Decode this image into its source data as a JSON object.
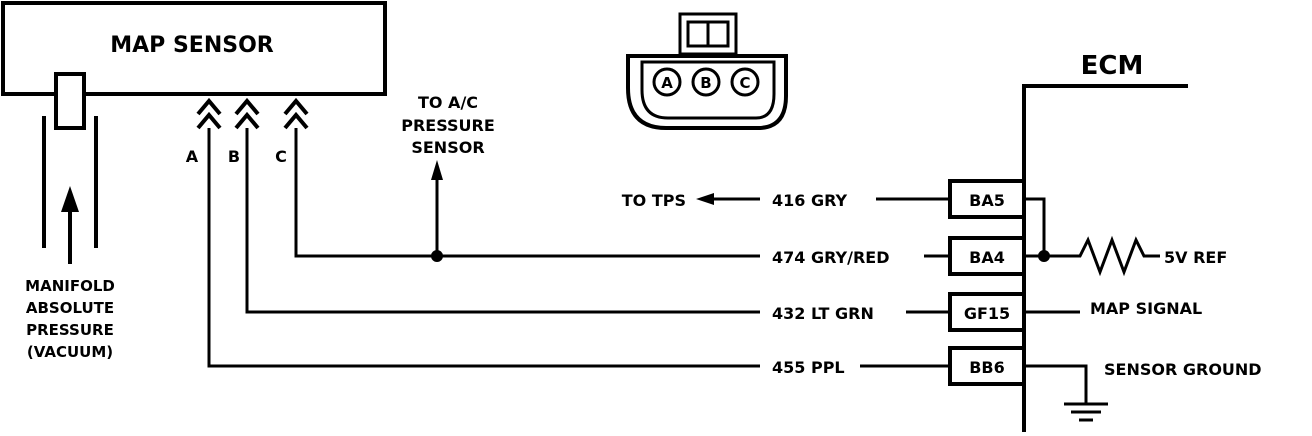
{
  "sensor": {
    "title": "MAP SENSOR",
    "pins": [
      "A",
      "B",
      "C"
    ]
  },
  "vacuum_label": [
    "MANIFOLD",
    "ABSOLUTE",
    "PRESSURE",
    "(VACUUM)"
  ],
  "ac_label": [
    "TO A/C",
    "PRESSURE",
    "SENSOR"
  ],
  "connector_pins": [
    "A",
    "B",
    "C"
  ],
  "ecm": {
    "title": "ECM",
    "terminals": [
      "BA5",
      "BA4",
      "GF15",
      "BB6"
    ]
  },
  "wires": {
    "tps": "TO TPS",
    "w416": "416 GRY",
    "w474": "474 GRY/RED",
    "w432": "432 LT GRN",
    "w455": "455 PPL"
  },
  "signals": {
    "ref": "5V REF",
    "map": "MAP SIGNAL",
    "ground": "SENSOR GROUND"
  }
}
